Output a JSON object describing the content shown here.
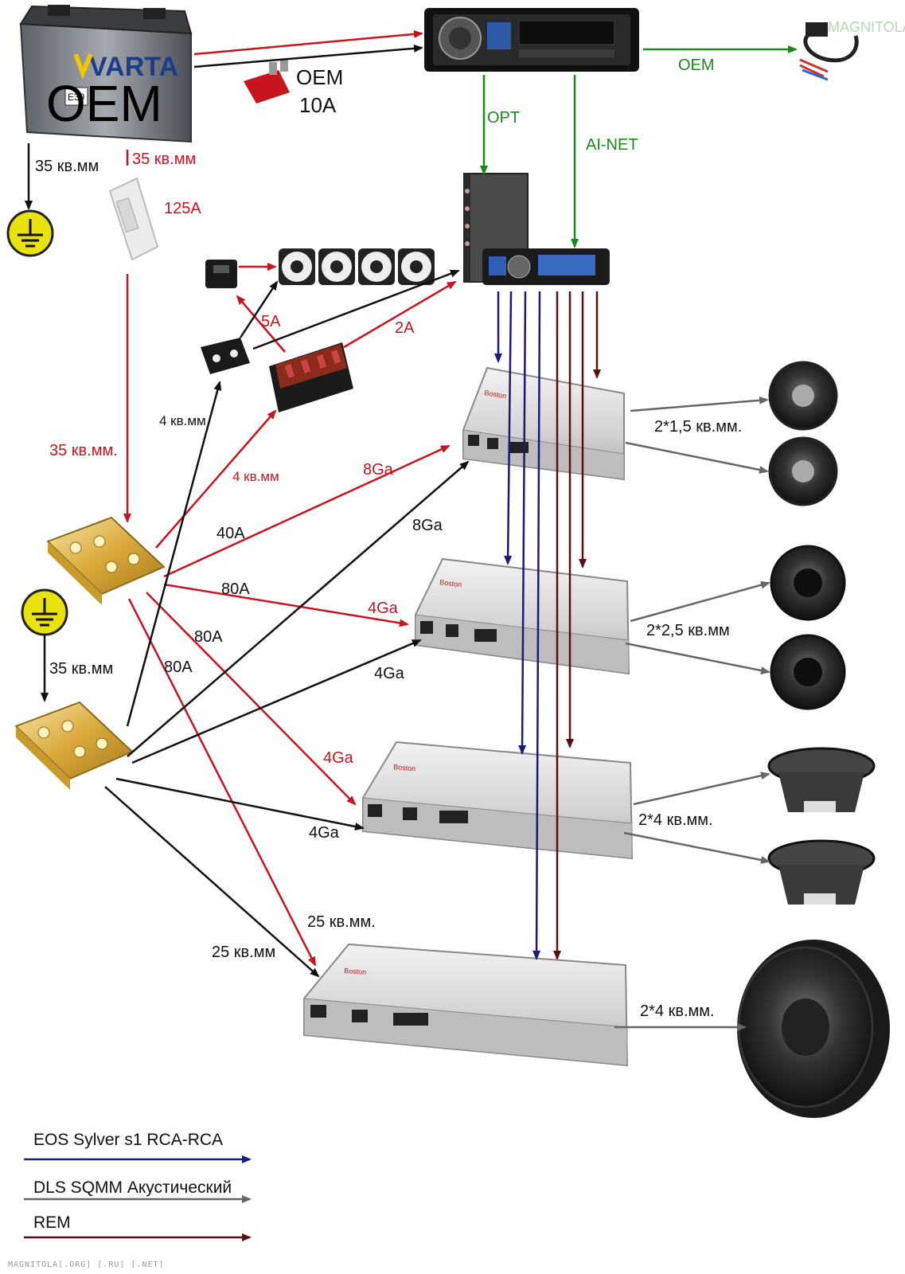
{
  "colors": {
    "power": "#c8141e",
    "ground": "#111111",
    "signal_green": "#1a8a1a",
    "rca": "#1a1a7a",
    "acoustic": "#666666",
    "rem": "#5a1010"
  },
  "battery": {
    "brand": "VARTA",
    "code": "E39",
    "overlay": "OEM"
  },
  "watermark": "MAGNITOLA",
  "labels": {
    "oem_fuse": "OEM",
    "oem_fuse_amp": "10A",
    "oem_headunit": "OEM",
    "opt": "OPT",
    "ainet": "AI-NET",
    "gnd_35_top": "35 кв.мм",
    "pwr_35_top": "35 кв.мм",
    "fuse_125": "125A",
    "pwr_35_mid": "35 кв.мм.",
    "gnd_35_mid": "35 кв.мм",
    "fan_5a": "5A",
    "proc_2a": "2A",
    "gnd_4": "4 кв.мм",
    "pwr_4": "4 кв.мм",
    "pwr_8ga": "8Ga",
    "gnd_8ga": "8Ga",
    "a40": "40A",
    "a80_1": "80A",
    "a80_2": "80A",
    "a80_3": "80A",
    "pwr_4ga_1": "4Ga",
    "gnd_4ga_1": "4Ga",
    "pwr_4ga_2": "4Ga",
    "gnd_4ga_2": "4Ga",
    "pwr_25": "25 кв.мм.",
    "gnd_25": "25 кв.мм",
    "spk_1": "2*1,5 кв.мм.",
    "spk_2": "2*2,5 кв.мм",
    "spk_3": "2*4 кв.мм.",
    "spk_4": "2*4 кв.мм."
  },
  "amplifier_brand": "Boston",
  "legend": [
    {
      "label": "EOS Sylver s1  RCA-RCA",
      "color": "#1a1a7a"
    },
    {
      "label": "DLS SQMM Акустический",
      "color": "#666666"
    },
    {
      "label": "REM",
      "color": "#5a1010"
    }
  ],
  "footer": "MAGNITOLA[.ORG] [.RU] [.NET]"
}
